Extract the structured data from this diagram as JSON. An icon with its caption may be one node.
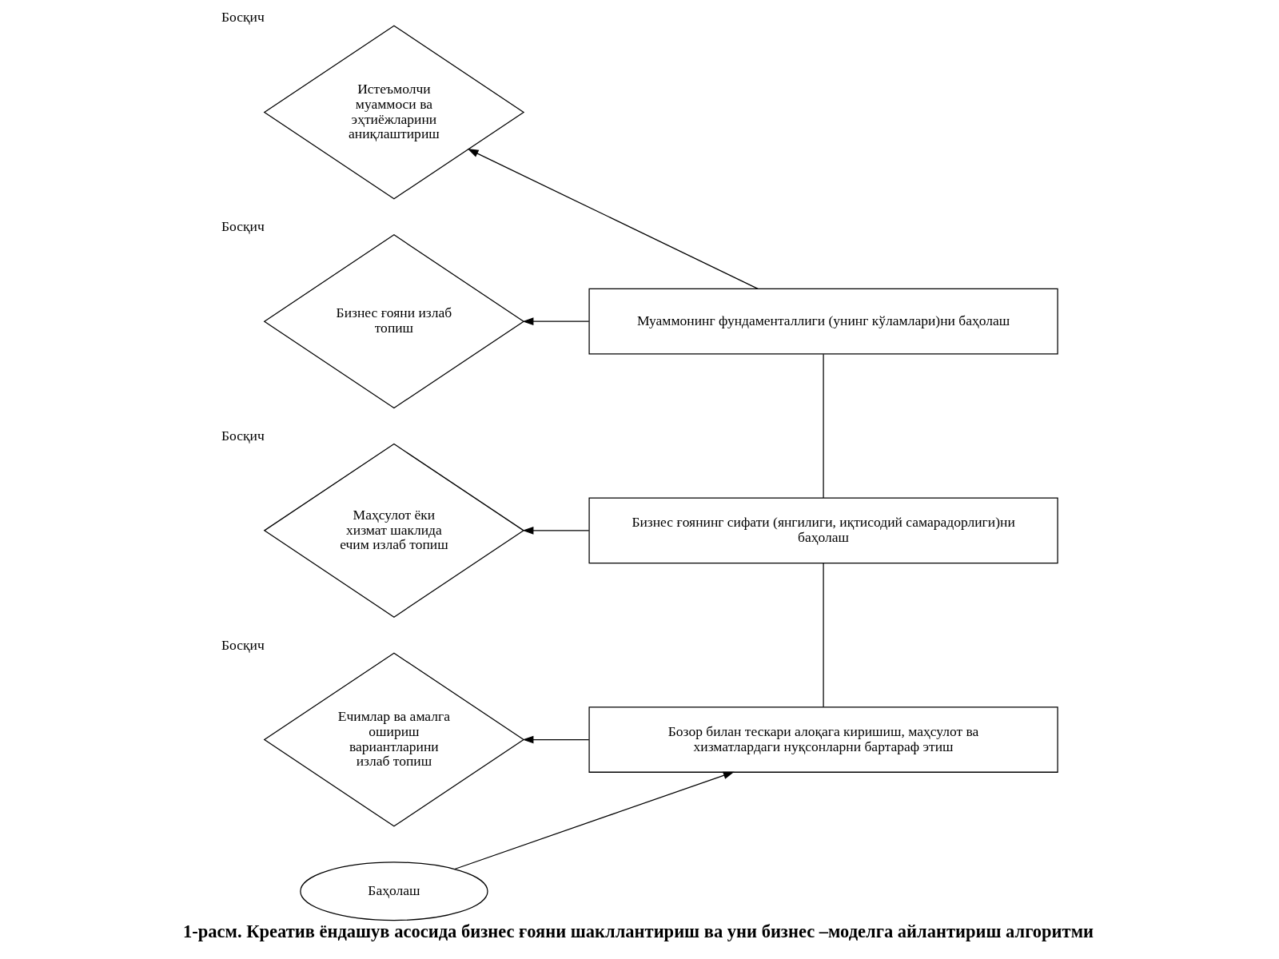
{
  "diagram": {
    "caption": "1-расм. Креатив ёндашув асосида бизнес ғояни шакллантириш ва уни бизнес –моделга айлантириш алгоритми",
    "nodes": [
      {
        "text": [
          "Истеъмолчи муаммоси ва эҳтиёжларини аниқлаштириш"
        ],
        "beside": [
          "Босқич"
        ]
      },
      {
        "text": [
          "Муаммонинг фундаменталлиги (унинг кўламлари)ни баҳолаш"
        ]
      },
      {
        "text": [
          "Бизнес ғояни излаб топиш"
        ],
        "beside": [
          "Босқич"
        ]
      },
      {
        "text": [
          "Бизнес ғоянинг сифати (янгилиги, иқтисодий самарадорлиги)ни баҳолаш"
        ]
      },
      {
        "text": [
          "Маҳсулот ёки хизмат шаклида ечим излаб топиш"
        ],
        "beside": [
          "Босқич"
        ]
      },
      {
        "text": [
          "Бозор билан тескари алоқага киришиш, маҳсулот ва хизматлардаги нуқсонларни бартараф этиш"
        ]
      },
      {
        "text": [
          "Ечимлар ва амалга ошириш вариантларини излаб топиш"
        ],
        "beside": [
          "Босқич"
        ]
      },
      {
        "text": [
          "Баҳолаш"
        ]
      }
    ],
    "edges": [
      {
        "from": 1,
        "to": 0,
        "arrow": "to"
      },
      {
        "from": 1,
        "to": 2,
        "arrow": "to"
      },
      {
        "from": 3,
        "to": 1,
        "arrow": "none"
      },
      {
        "from": 3,
        "to": 4,
        "arrow": "to"
      },
      {
        "from": 5,
        "to": 3,
        "arrow": "none"
      },
      {
        "from": 5,
        "to": 6,
        "arrow": "to"
      },
      {
        "from": 7,
        "to": 5,
        "arrow": "to"
      }
    ]
  }
}
